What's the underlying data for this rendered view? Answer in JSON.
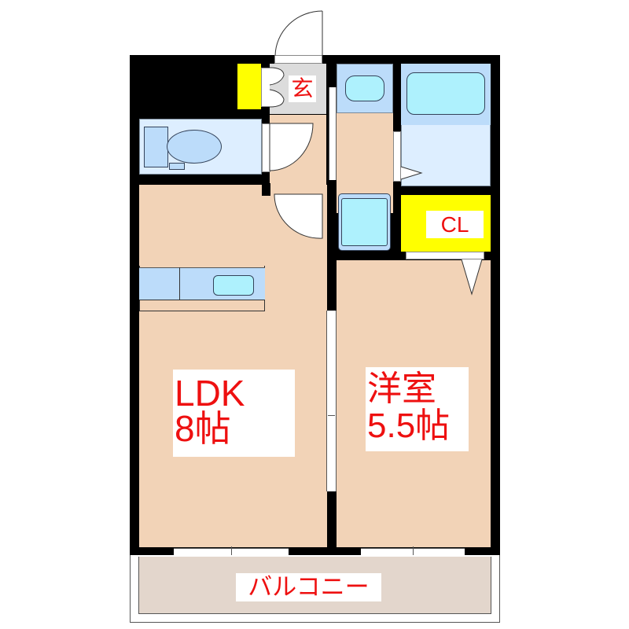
{
  "floorplan": {
    "rooms": {
      "entrance": {
        "label": "玄"
      },
      "closet": {
        "label": "CL"
      },
      "ldk": {
        "name": "LDK",
        "size": "8帖"
      },
      "western_room": {
        "name": "洋室",
        "size": "5.5帖"
      },
      "balcony": {
        "label": "バルコニー"
      }
    },
    "icons": [
      "toilet-icon",
      "bathtub-icon",
      "washbasin-icon",
      "washing-machine-pan-icon",
      "kitchen-sink-icon",
      "door-swing-icon",
      "window-icon",
      "shoe-cabinet-icon"
    ],
    "colors": {
      "wall": "#000000",
      "floor": "#f2d3b7",
      "wet_area": "#ddeeff",
      "fixture": "#aef1fd",
      "storage": "#ffff00",
      "entrance_floor": "#dcdcdc",
      "balcony": "#e3d6cc",
      "label_text": "#ee1010"
    }
  }
}
